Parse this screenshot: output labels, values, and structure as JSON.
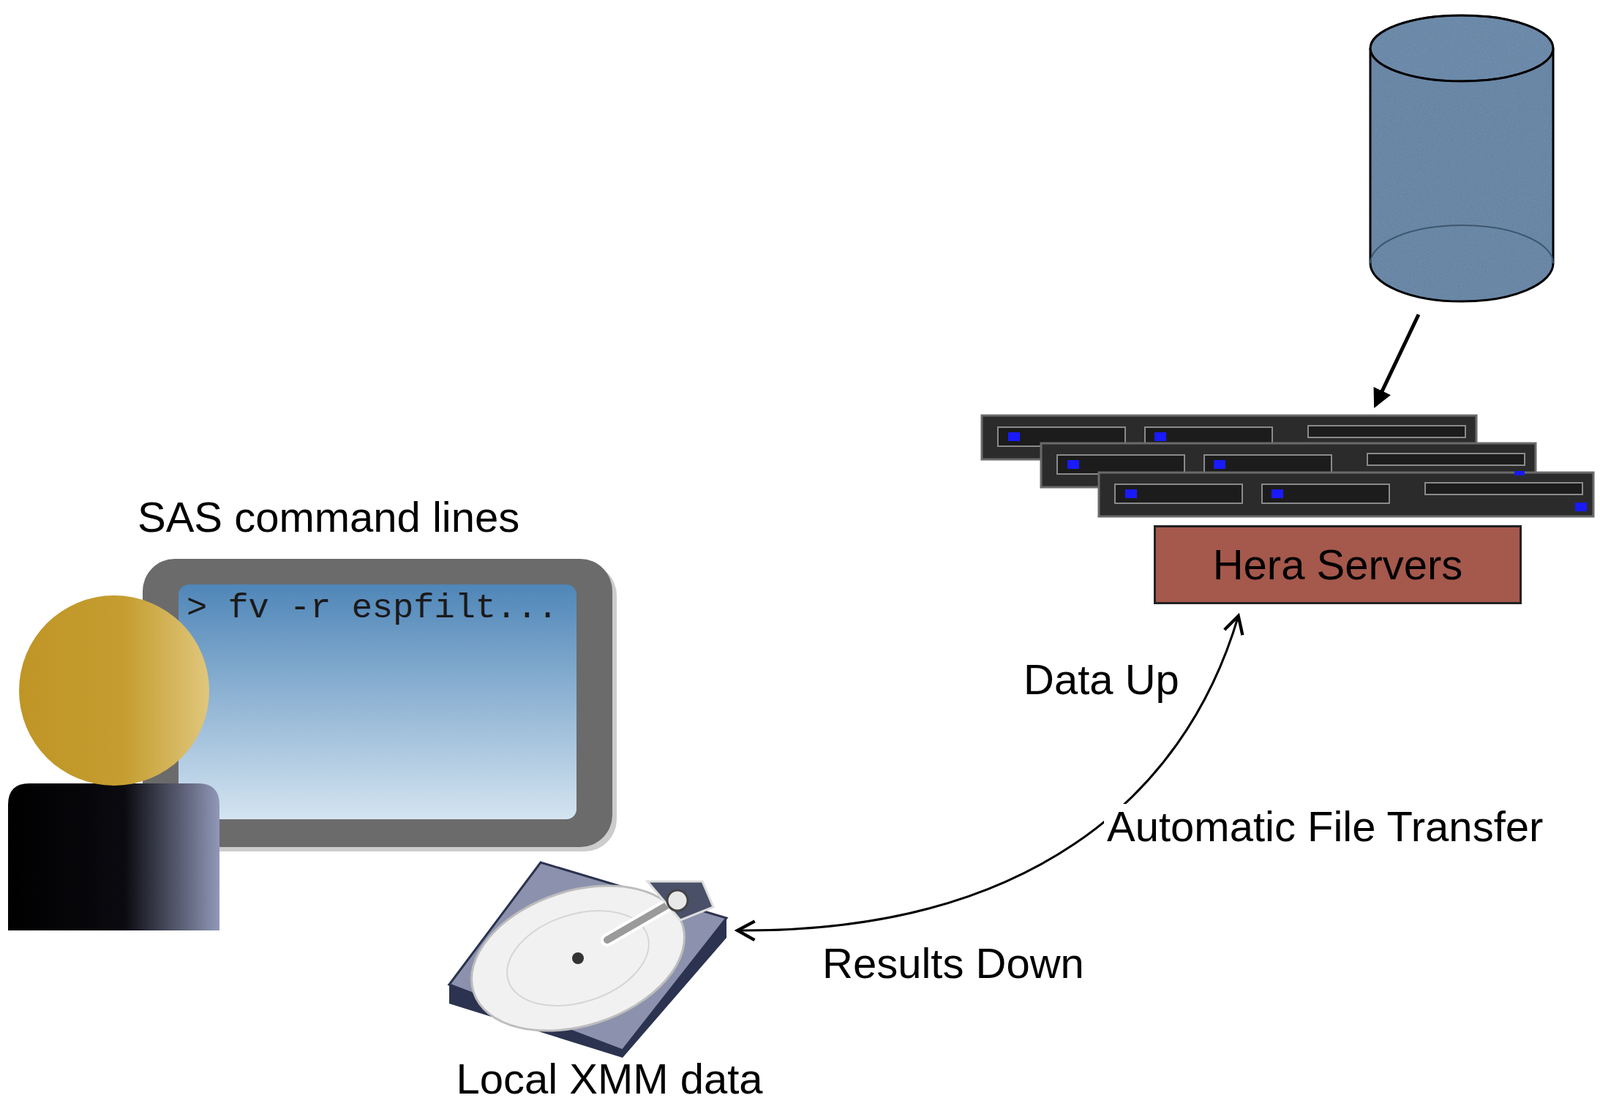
{
  "diagram": {
    "nodes": [
      {
        "text": [
          "SAS command lines",
          "> fv -r espfilt..."
        ]
      },
      {
        "text": [
          "Local XMM data"
        ]
      },
      {
        "text": [
          "Hera Servers"
        ]
      }
    ],
    "edges": [
      {
        "from": 1,
        "to": 2,
        "arrow": "both",
        "label": "Automatic File Transfer"
      }
    ],
    "labels": [
      "Data Up",
      "Results Down"
    ]
  }
}
